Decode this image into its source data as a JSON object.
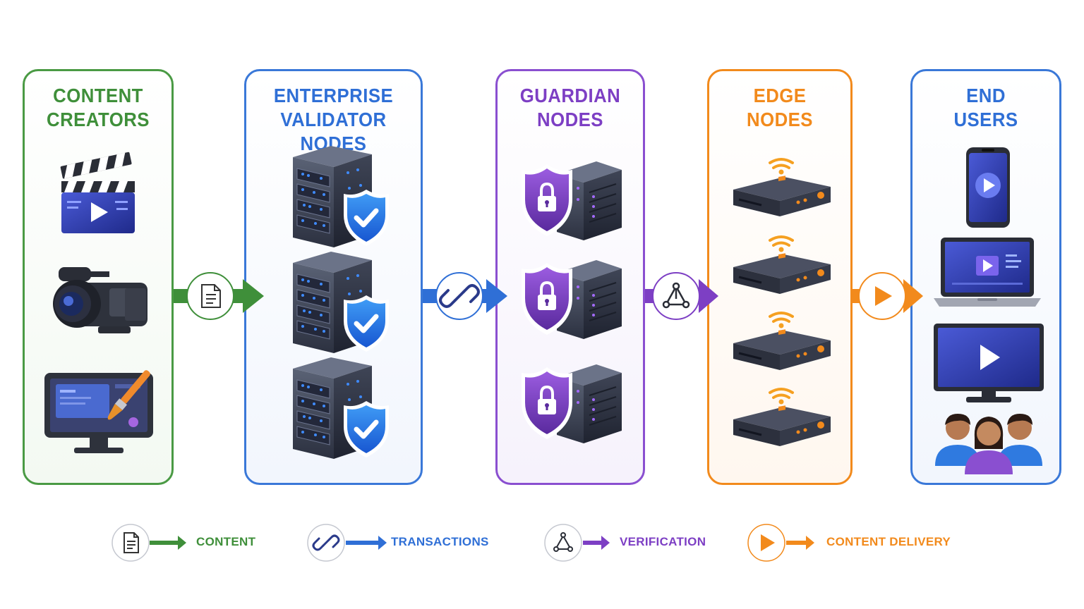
{
  "columns": [
    {
      "id": "creators",
      "title1": "CONTENT",
      "title2": "CREATORS",
      "color": "#3f8f3a"
    },
    {
      "id": "validators",
      "title1": "ENTERPRISE",
      "title2": "VALIDATOR NODES",
      "color": "#2f6fd6"
    },
    {
      "id": "guardians",
      "title1": "GUARDIAN",
      "title2": "NODES",
      "color": "#7d3fc4"
    },
    {
      "id": "edge",
      "title1": "EDGE",
      "title2": "NODES",
      "color": "#f28a1c"
    },
    {
      "id": "users",
      "title1": "END",
      "title2": "USERS",
      "color": "#2f6fd6"
    }
  ],
  "legend": [
    {
      "icon": "document-icon",
      "label": "CONTENT",
      "color": "#3f8f3a"
    },
    {
      "icon": "link-icon",
      "label": "TRANSACTIONS",
      "color": "#2f6fd6"
    },
    {
      "icon": "network-icon",
      "label": "VERIFICATION",
      "color": "#7d3fc4"
    },
    {
      "icon": "play-icon",
      "label": "CONTENT DELIVERY",
      "color": "#f28a1c"
    }
  ]
}
